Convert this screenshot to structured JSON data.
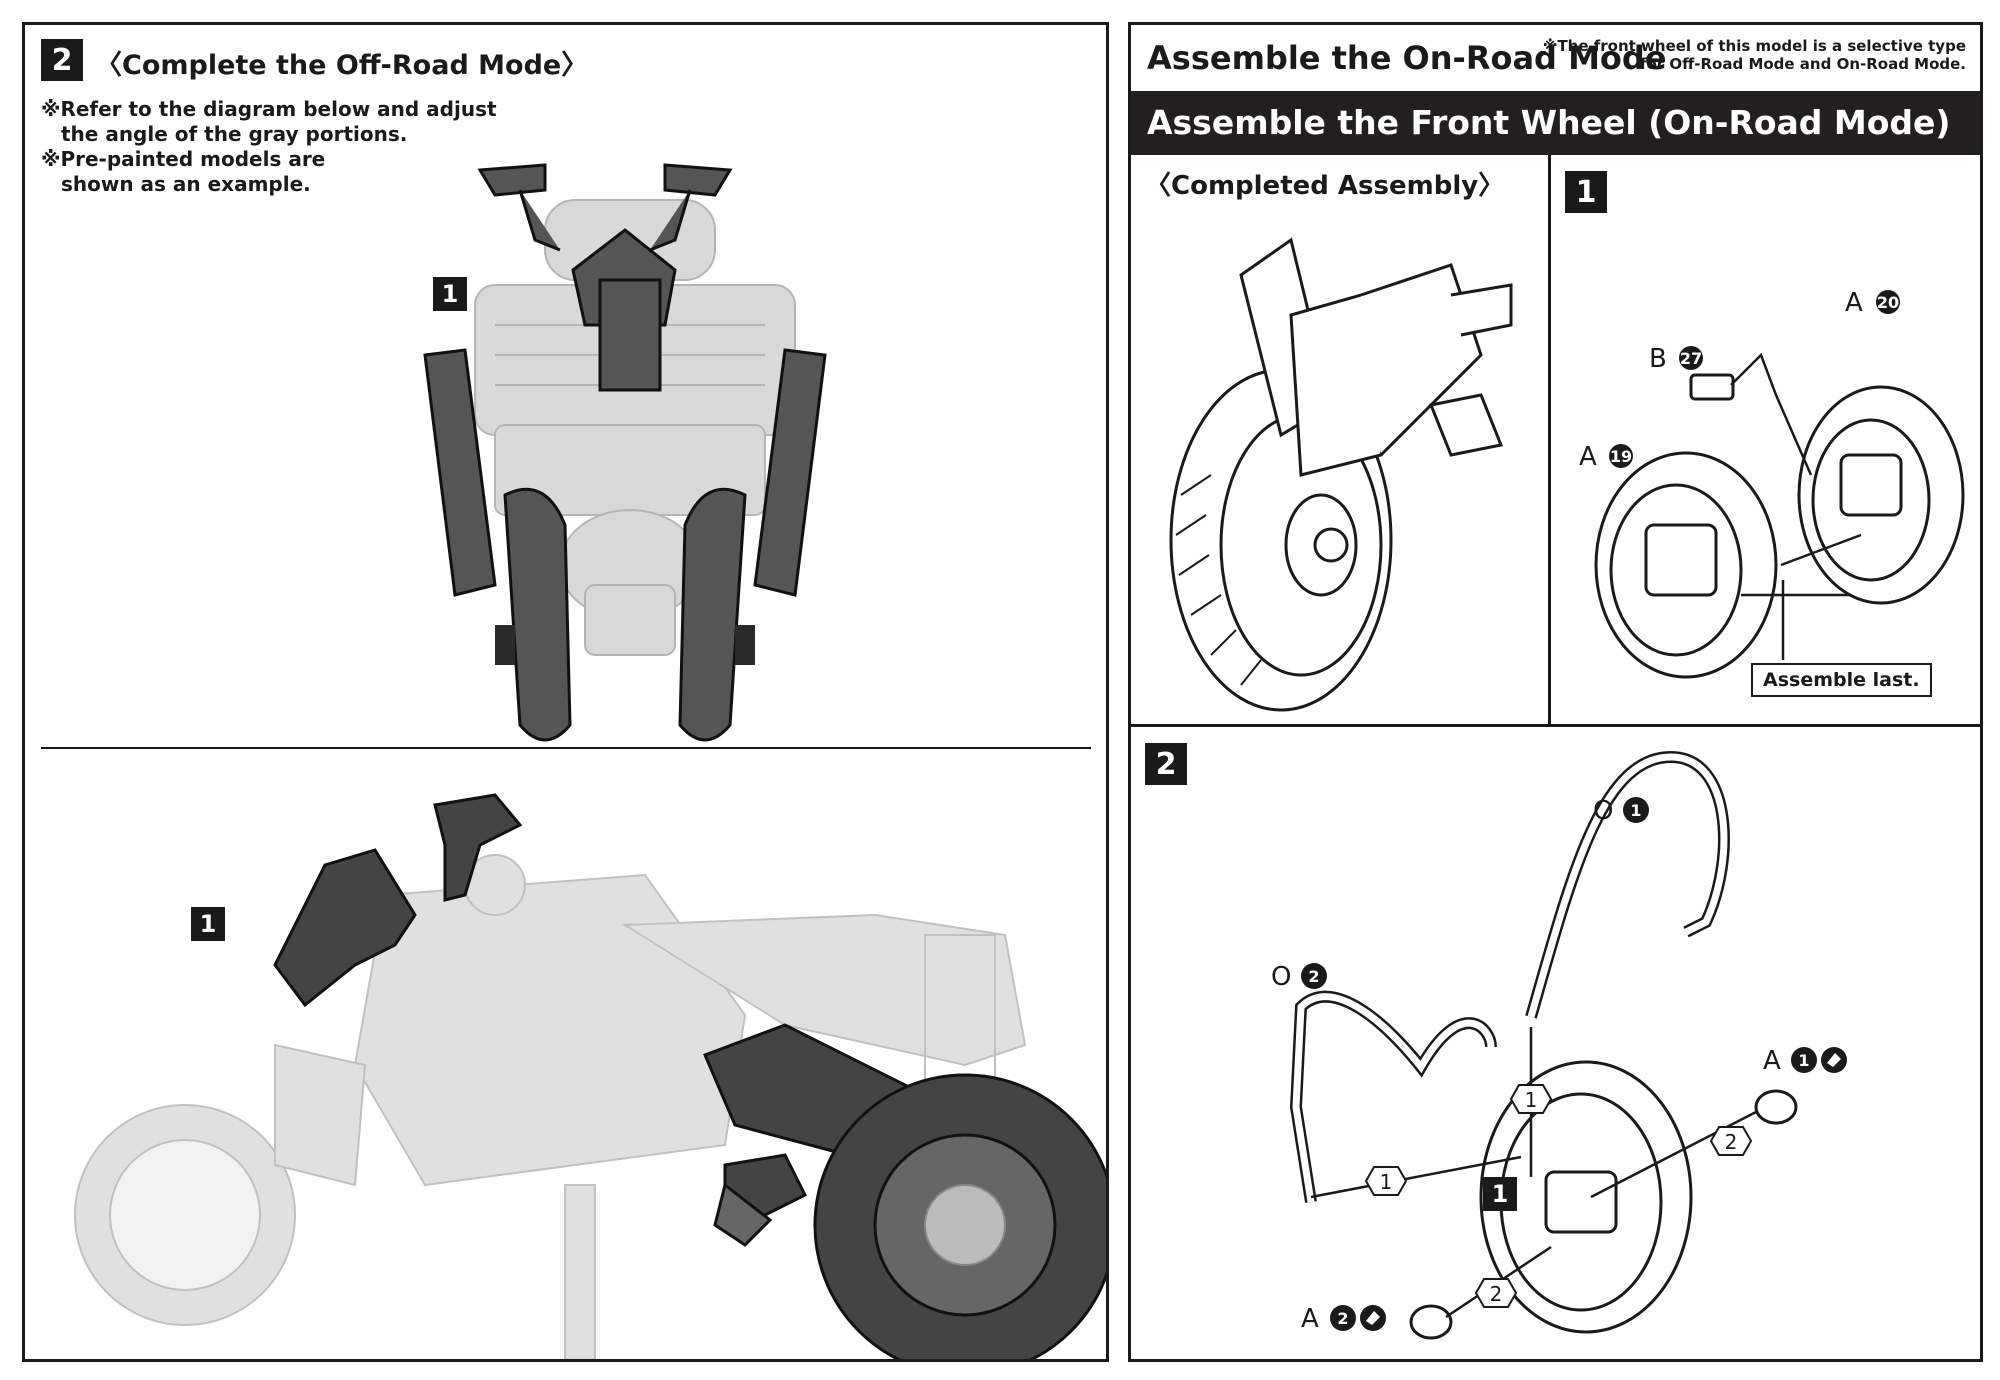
{
  "left": {
    "step_number": "2",
    "heading": "〈Complete the Off-Road Mode〉",
    "notes": [
      "※Refer to the diagram below and adjust",
      "the angle of the gray portions.",
      "※Pre-painted models are",
      "shown as an example."
    ],
    "top_callout": "1",
    "bottom_callout": "1"
  },
  "right": {
    "title": "Assemble the On-Road Mode",
    "note": [
      "※The front wheel of this model is a selective type",
      "for Off-Road Mode and On-Road Mode."
    ],
    "banner": "Assemble the Front Wheel (On-Road Mode)",
    "completed_heading": "〈Completed Assembly〉",
    "step1": {
      "number": "1",
      "part_b": "B",
      "part_b_num": "27",
      "part_a_right": "A",
      "part_a_right_num": "20",
      "part_a_left": "A",
      "part_a_left_num": "19",
      "assemble_last": "Assemble last."
    },
    "step2": {
      "number": "2",
      "o1_letter": "O",
      "o1_num": "1",
      "o2_letter": "O",
      "o2_num": "2",
      "a1_letter": "A",
      "a1_num": "1",
      "a2_letter": "A",
      "a2_num": "2",
      "seq1": "1",
      "seq2": "2",
      "callout": "1"
    }
  }
}
